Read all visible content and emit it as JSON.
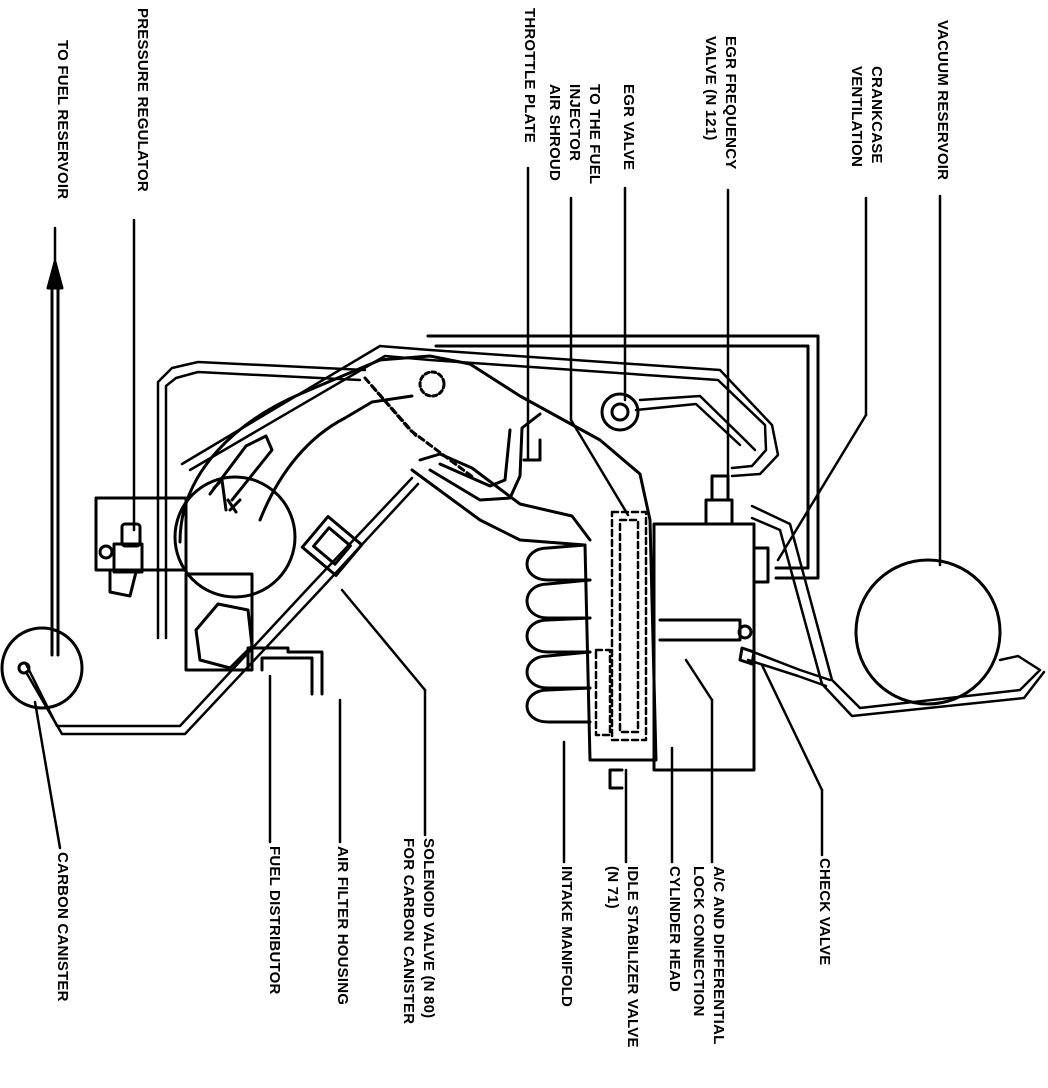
{
  "diagram": {
    "top_labels": {
      "fuel_reservoir": "TO FUEL RESERVOIR",
      "pressure_regulator": "PRESSURE REGULATOR",
      "throttle_plate": "THROTTLE PLATE",
      "fuel_injector_line1": "TO THE FUEL",
      "fuel_injector_line2": "INJECTOR",
      "fuel_injector_line3": "AIR SHROUD",
      "egr_valve": "EGR VALVE",
      "egr_freq_line1": "EGR FREQUENCY",
      "egr_freq_line2": "VALVE (N 121)",
      "crankcase_line1": "CRANKCASE",
      "crankcase_line2": "VENTILATION",
      "vacuum_reservoir": "VACUUM RESERVOIR"
    },
    "bottom_labels": {
      "carbon_canister": "CARBON CANISTER",
      "fuel_distributor": "FUEL DISTRIBUTOR",
      "air_filter_housing": "AIR FILTER HOUSING",
      "solenoid_line1": "SOLENOID VALVE (N 80)",
      "solenoid_line2": "FOR CARBON CANISTER",
      "intake_manifold": "INTAKE MANIFOLD",
      "idle_line1": "IDLE STABILIZER VALVE",
      "idle_line2": "(N 71)",
      "cylinder_head": "CYLINDER HEAD",
      "ac_line1": "A/C AND DIFFERENTIAL",
      "ac_line2": "LOCK CONNECTION",
      "check_valve": "CHECK VALVE"
    }
  }
}
